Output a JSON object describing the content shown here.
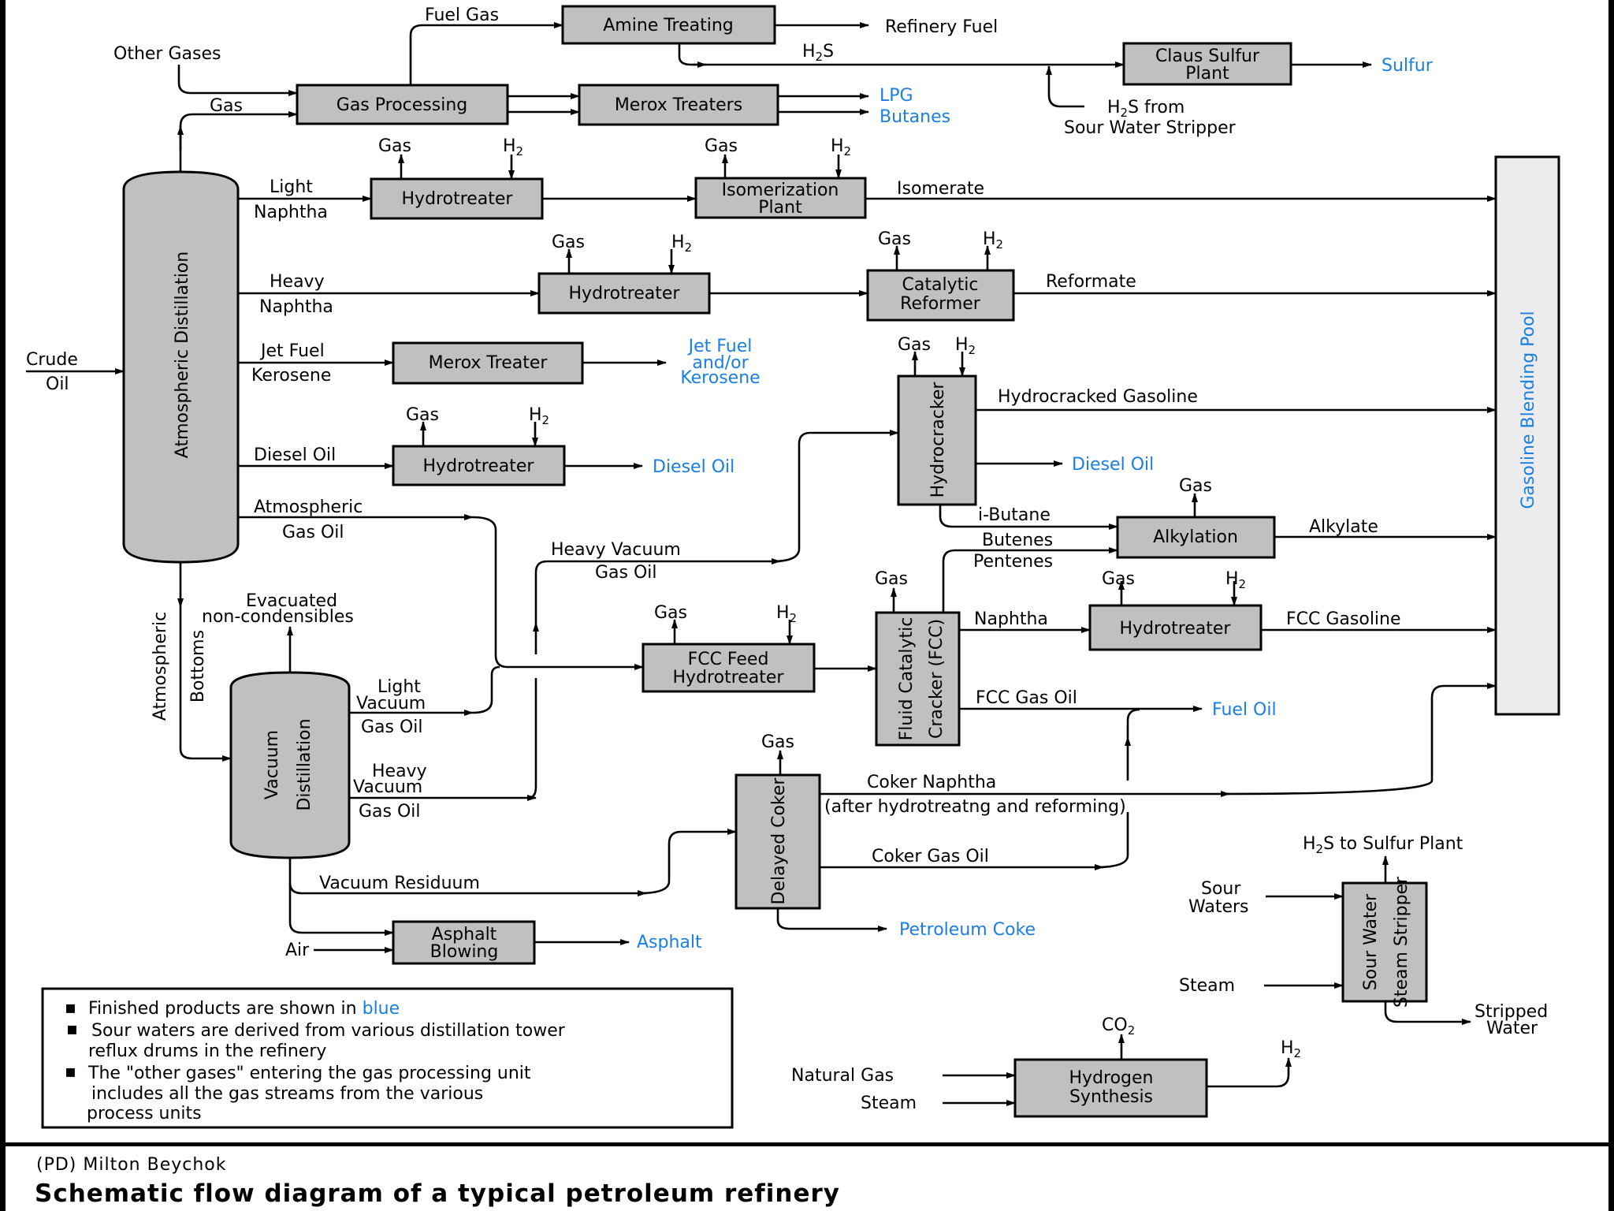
{
  "colors": {
    "product_text": "#1a7fe0",
    "unit_fill": "#c0c0c0",
    "pool_fill": "#ececef",
    "line": "#000000",
    "background": "#ffffff"
  },
  "units": {
    "atmospheric_distillation": "Atmospheric  Distillation",
    "vacuum_distillation_1": "Vacuum",
    "vacuum_distillation_2": "Distillation",
    "gas_processing": "Gas  Processing",
    "amine_treating": "Amine  Treating",
    "merox_treaters": "Merox  Treaters",
    "claus_1": "Claus  Sulfur",
    "claus_2": "Plant",
    "hydrotreater": "Hydrotreater",
    "isomerization_1": "Isomerization",
    "isomerization_2": "Plant",
    "catalytic_reformer_1": "Catalytic",
    "catalytic_reformer_2": "Reformer",
    "merox_treater": "Merox  Treater",
    "hydrocracker": "Hydrocracker",
    "alkylation": "Alkylation",
    "fcc_feed_ht_1": "FCC  Feed",
    "fcc_feed_ht_2": "Hydrotreater",
    "fcc_1": "Fluid  Catalytic",
    "fcc_2": "Cracker  (FCC)",
    "delayed_coker": "Delayed  Coker",
    "asphalt_blowing_1": "Asphalt",
    "asphalt_blowing_2": "Blowing",
    "sour_water_stripper_1": "Sour  Water",
    "sour_water_stripper_2": "Steam  Stripper",
    "hydrogen_synthesis_1": "Hydrogen",
    "hydrogen_synthesis_2": "Synthesis",
    "gasoline_blending_pool": "Gasoline  Blending  Pool"
  },
  "streams": {
    "fuel_gas": "Fuel   Gas",
    "other_gases": "Other  Gases",
    "gas": "Gas",
    "h2": "H",
    "sub2": "2",
    "h2s": "H",
    "s": "S",
    "h2s_from": "S  from",
    "sour_water_stripper": "Sour  Water  Stripper",
    "light": "Light",
    "naphtha": "Naphtha",
    "isomerate": "Isomerate",
    "heavy": "Heavy",
    "reformate": "Reformate",
    "crude": "Crude",
    "oil": "Oil",
    "jet_fuel": "Jet  Fuel",
    "kerosene": "Kerosene",
    "diesel_oil": "Diesel  Oil",
    "atmospheric": "Atmospheric",
    "gas_oil": "Gas  Oil",
    "hydrocracked_gasoline": "Hydrocracked  Gasoline",
    "heavy_vacuum": "Heavy  Vacuum",
    "i_butane": "i-Butane",
    "butenes": "Butenes",
    "pentenes": "Pentenes",
    "alkylate": "Alkylate",
    "evacuated": "Evacuated",
    "non_condensibles": "non-condensibles",
    "atm_bottoms_1": "Atmospheric",
    "atm_bottoms_2": "Bottoms",
    "vacuum": "Vacuum",
    "fcc_gasoline": "FCC  Gasoline",
    "fcc_gas_oil": "FCC  Gas  Oil",
    "coker_naphtha": "Coker  Naphtha",
    "coker_naphtha_note": "(after hydrotreatng  and  reforming)",
    "coker_gas_oil": "Coker  Gas  Oil",
    "vacuum_residuum": "Vacuum  Residuum",
    "air": "Air",
    "h2s_to_sulfur_plant": "S  to  Sulfur  Plant",
    "sour": "Sour",
    "waters": "Waters",
    "steam": "Steam",
    "stripped": "Stripped",
    "water": "Water",
    "co2": "CO",
    "natural_gas": "Natural  Gas"
  },
  "products": {
    "refinery_fuel": "Refinery  Fuel",
    "sulfur": "Sulfur",
    "lpg": "LPG",
    "butanes": "Butanes",
    "jet_fuel_1": "Jet  Fuel",
    "jet_fuel_2": "and/or",
    "jet_fuel_3": "Kerosene",
    "diesel_oil": "Diesel  Oil",
    "fuel_oil": "Fuel  Oil",
    "petroleum_coke": "Petroleum  Coke",
    "asphalt": "Asphalt"
  },
  "legend": {
    "bullet": "▪",
    "line1_a": "Finished products are shown in ",
    "line1_b": "blue",
    "line2": "Sour waters are derived from various distillation tower",
    "line3": "reflux drums in the refinery",
    "line4": "The \"other gases\" entering the gas processing unit",
    "line5": "includes all the gas streams from the various",
    "line6": "process units"
  },
  "footer": {
    "credit": "(PD) Milton Beychok",
    "caption": "Schematic flow diagram of a typical petroleum refinery"
  }
}
